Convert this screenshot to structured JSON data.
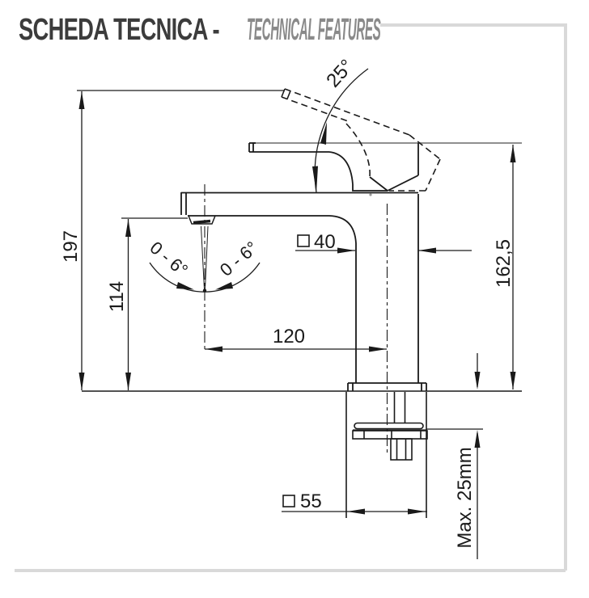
{
  "title": {
    "primary": "SCHEDA TECNICA -",
    "secondary": "TECHNICAL FEATURES"
  },
  "drawing": {
    "type": "faucet technical drawing (single-lever basin mixer, side view with dimensions)",
    "dimensions": {
      "overall_height": "197",
      "spout_height": "114",
      "spout_reach": "120",
      "top_height": "162,5",
      "handle_angle": "25°",
      "aerator_swivel_left": "0 - 6°",
      "aerator_swivel_right": "0 - 6°",
      "body_square": "40",
      "base_square": "55",
      "max_counter_thickness": "Max. 25mm"
    },
    "symbols": {
      "square_symbol": "□ (square-section symbol before 40 and 55)"
    },
    "colors": {
      "line": "#1a1a1a",
      "frame_gray": "#d9d9d9",
      "extension_gray": "#8f8f8f",
      "title_dark": "#3c3c3c",
      "title_gray": "#8a8a8a",
      "background": "#ffffff"
    }
  }
}
